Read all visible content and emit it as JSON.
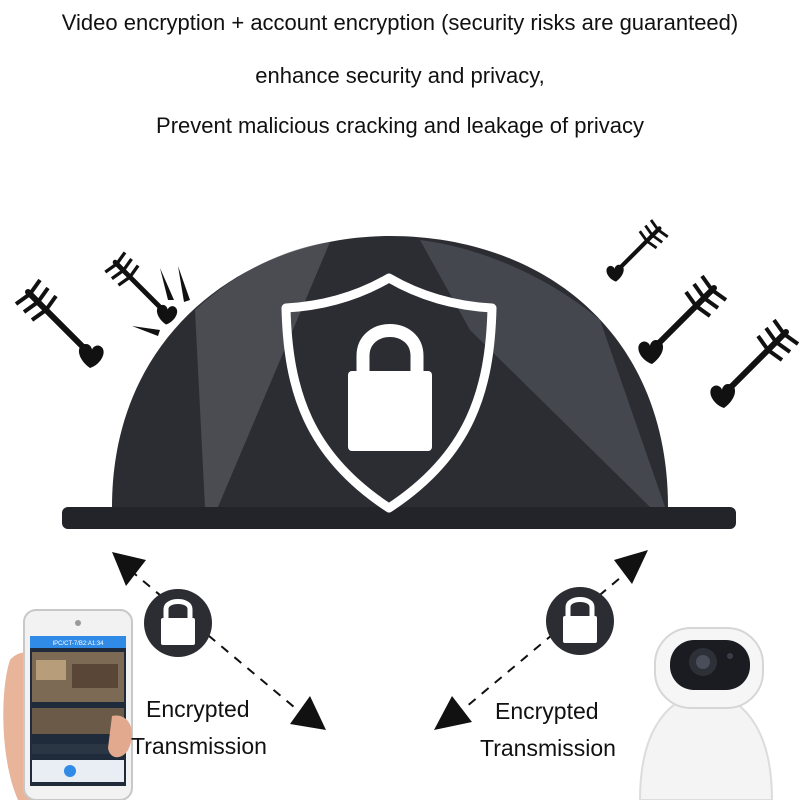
{
  "headline": {
    "line1": "Video encryption + account encryption (security risks are guaranteed)",
    "line2": "enhance security and privacy,",
    "line3": "Prevent malicious cracking and leakage of privacy"
  },
  "left_link": {
    "caption_line1": "Encrypted",
    "caption_line2": "Transmission"
  },
  "right_link": {
    "caption_line1": "Encrypted",
    "caption_line2": "Transmission"
  },
  "phone_screen": {
    "app_title": "IPC/CT-7/B2:A1:34"
  },
  "colors": {
    "dome": "#2b2d33",
    "dome_base": "#22242a",
    "shield_stroke": "#ffffff",
    "arrow": "#111111",
    "phone_screen": "#2f8be6",
    "camera_body": "#f4f4f4"
  },
  "icons": [
    "shield-lock-icon",
    "padlock-icon",
    "arrow-icon",
    "smartphone-icon",
    "security-camera-icon"
  ]
}
